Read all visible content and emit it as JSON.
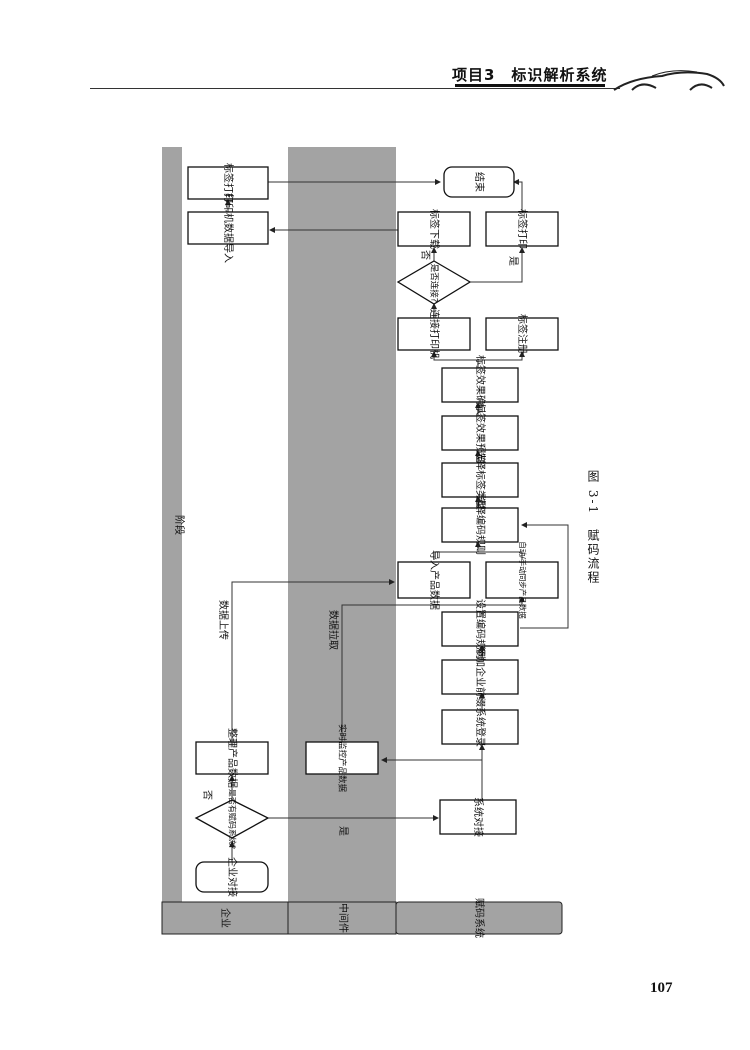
{
  "header": {
    "title": "项目3　标识解析系统",
    "logo_icon": "car-silhouette-icon"
  },
  "page_number": "107",
  "figure": {
    "caption": "图 3-1　赋码流程",
    "stage_label": "阶段",
    "lanes": [
      {
        "label": "企业"
      },
      {
        "label": "中间件"
      },
      {
        "label": "赋码系统"
      }
    ],
    "nodes": {
      "start": "企业对接",
      "decision_has_system": "是否有赋码系统?",
      "organize_data": "整理产品数据",
      "realtime_monitor": "实时监控产品数据",
      "system_dock": "系统对接",
      "system_login": "系统登录",
      "add_prefix": "添加企业前缀",
      "set_rule": "设置编码规则",
      "import_data": "导入产品数据",
      "auto_sync": "自动/手动同步产品数据",
      "select_rule": "选择编码规则",
      "select_label_type": "选择标签类型",
      "preview": "标签效果预览",
      "confirm": "标签效果确认",
      "connect_printer": "连接打印机",
      "label_register": "标签注册",
      "decision_connected": "是否连接?",
      "label_download": "标签下载",
      "label_print_right": "标签打印",
      "end": "结束",
      "printer_import": "打印机数据导入",
      "label_print_left": "标签打印"
    },
    "edge_labels": {
      "no1": "否",
      "yes1": "是",
      "data_upload": "数据上传",
      "data_pull": "数据拉取",
      "no2": "否",
      "yes2": "是"
    }
  }
}
